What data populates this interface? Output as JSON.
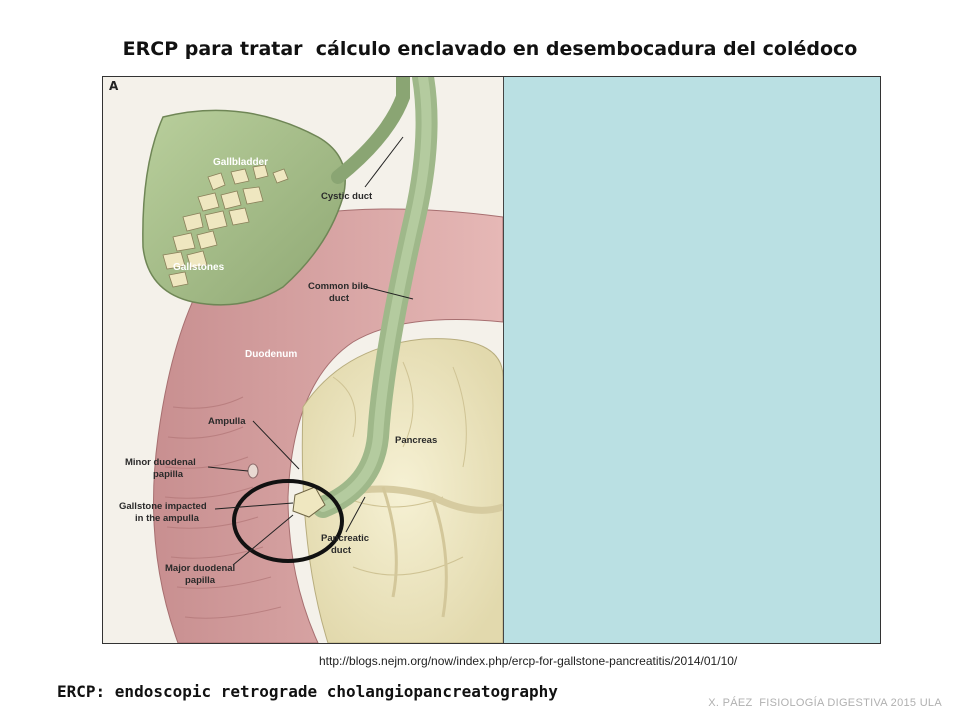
{
  "header": {
    "title_part1": "ERCP para tratar",
    "title_part2": "cálculo enclavado en desembocadura del colédoco"
  },
  "figure": {
    "panel_letter": "A",
    "labels": {
      "gallbladder": "Gallbladder",
      "gallstones": "Gallstones",
      "cystic_duct": "Cystic duct",
      "common_bile_duct_1": "Common bile",
      "common_bile_duct_2": "duct",
      "duodenum": "Duodenum",
      "ampulla": "Ampulla",
      "minor_papilla_1": "Minor duodenal",
      "minor_papilla_2": "papilla",
      "impacted_1": "Gallstone impacted",
      "impacted_2": "in the ampulla",
      "major_papilla_1": "Major duodenal",
      "major_papilla_2": "papilla",
      "pancreas": "Pancreas",
      "pancreatic_duct_1": "Pancreatic",
      "pancreatic_duct_2": "duct"
    },
    "colors": {
      "gallbladder": "#a9c08b",
      "duodenum": "#d9a3a3",
      "pancreas": "#efe9c6",
      "bile_duct": "#9fb88a",
      "cyan_panel": "#bae0e3"
    }
  },
  "footer": {
    "source_url": "http://blogs.nejm.org/now/index.php/ercp-for-gallstone-pancreatitis/2014/01/10/",
    "subtitle": "ERCP: endoscopic retrograde cholangiopancreatography",
    "credit": "X. PÁEZ  FISIOLOGÍA DIGESTIVA 2015 ULA"
  }
}
